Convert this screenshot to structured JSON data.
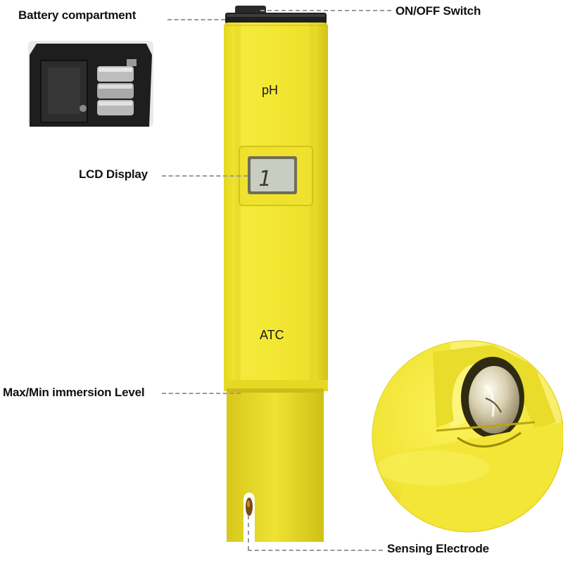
{
  "labels": {
    "battery": "Battery compartment",
    "onoff": "ON/OFF Switch",
    "lcd": "LCD Display",
    "immersion": "Max/Min immersion Level",
    "electrode": "Sensing Electrode"
  },
  "device": {
    "ph_text": "pH",
    "atc_text": "ATC",
    "lcd_reading": "1"
  },
  "colors": {
    "body_yellow": "#f2e531",
    "body_shadow": "#d9c81a",
    "cap_black": "#2a2a2a",
    "lcd_screen": "#cfd2c8",
    "leader_gray": "#9a9a9a"
  }
}
